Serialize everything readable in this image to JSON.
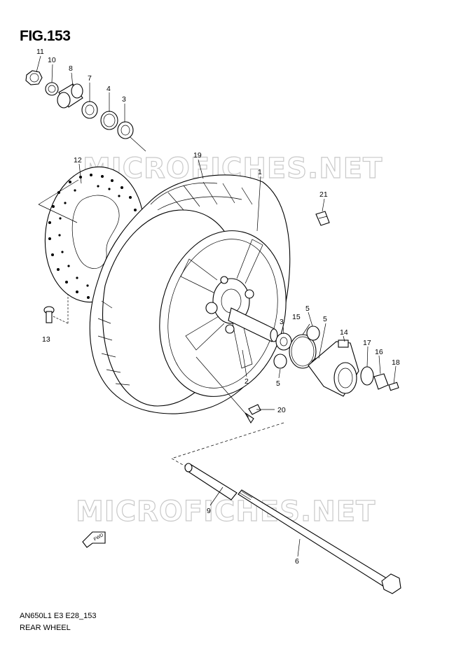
{
  "figure": {
    "title": "FIG.153",
    "code": "AN650L1 E3 E28_153",
    "name": "REAR WHEEL"
  },
  "watermark": "MICROFICHES.NET",
  "direction_badge": "FWD",
  "callouts": [
    {
      "id": "11",
      "label": "11"
    },
    {
      "id": "10",
      "label": "10"
    },
    {
      "id": "8",
      "label": "8"
    },
    {
      "id": "7",
      "label": "7"
    },
    {
      "id": "4",
      "label": "4"
    },
    {
      "id": "3a",
      "label": "3"
    },
    {
      "id": "12",
      "label": "12"
    },
    {
      "id": "19",
      "label": "19"
    },
    {
      "id": "1",
      "label": "1"
    },
    {
      "id": "21",
      "label": "21"
    },
    {
      "id": "13",
      "label": "13"
    },
    {
      "id": "15",
      "label": "15"
    },
    {
      "id": "5a",
      "label": "5"
    },
    {
      "id": "5b",
      "label": "5"
    },
    {
      "id": "3b",
      "label": "3"
    },
    {
      "id": "14",
      "label": "14"
    },
    {
      "id": "17",
      "label": "17"
    },
    {
      "id": "16",
      "label": "16"
    },
    {
      "id": "18",
      "label": "18"
    },
    {
      "id": "2",
      "label": "2"
    },
    {
      "id": "5c",
      "label": "5"
    },
    {
      "id": "20",
      "label": "20"
    },
    {
      "id": "9",
      "label": "9"
    },
    {
      "id": "6",
      "label": "6"
    }
  ]
}
